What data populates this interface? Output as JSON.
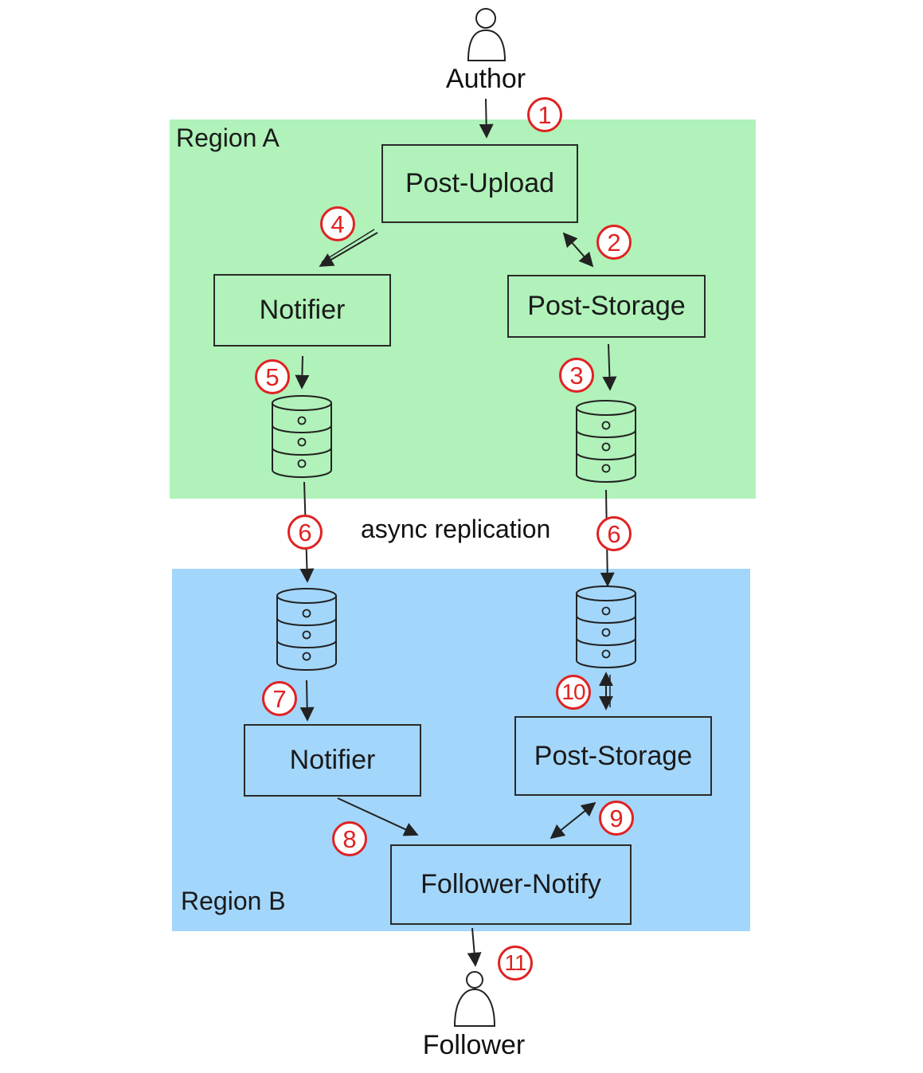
{
  "actors": {
    "author": {
      "label": "Author",
      "icon": "person-icon"
    },
    "follower": {
      "label": "Follower",
      "icon": "person-icon"
    }
  },
  "regions": {
    "a": {
      "label": "Region A",
      "color": "#b0f2b9"
    },
    "b": {
      "label": "Region B",
      "color": "#a3d6fb"
    }
  },
  "services": {
    "a_post_upload": "Post-Upload",
    "a_notifier": "Notifier",
    "a_post_storage": "Post-Storage",
    "b_notifier": "Notifier",
    "b_post_storage": "Post-Storage",
    "b_follower_notify": "Follower-Notify"
  },
  "replication_label": "async replication",
  "steps": [
    "1",
    "2",
    "3",
    "4",
    "5",
    "6",
    "6",
    "7",
    "8",
    "9",
    "10",
    "11"
  ],
  "colors": {
    "step_marker": "#e02222",
    "stroke": "#2a2a2a"
  }
}
